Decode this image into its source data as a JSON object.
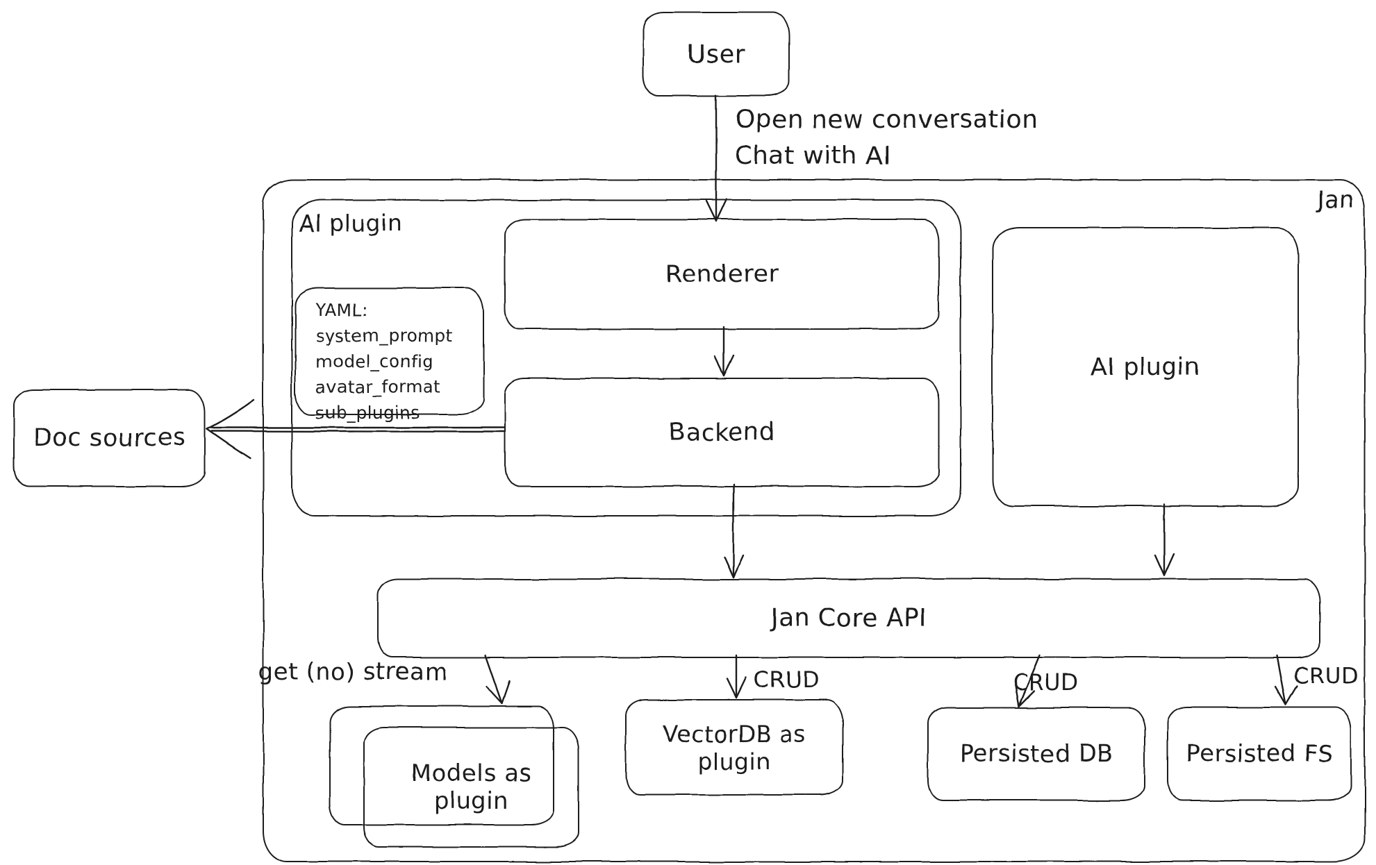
{
  "canvas": {
    "background": "#ffffff",
    "ink": "#1e1e1e"
  },
  "containers": {
    "jan": {
      "label": "Jan"
    },
    "ai_plugin_group": {
      "label": "AI plugin"
    }
  },
  "nodes": {
    "user": {
      "label": "User"
    },
    "renderer": {
      "label": "Renderer"
    },
    "backend": {
      "label": "Backend"
    },
    "yaml_note": {
      "title": "YAML:",
      "lines": [
        "system_prompt",
        "model_config",
        "avatar_format",
        "sub_plugins"
      ]
    },
    "ai_plugin": {
      "label": "AI plugin"
    },
    "doc_sources": {
      "label": "Doc sources"
    },
    "jan_core_api": {
      "label": "Jan Core API"
    },
    "models_as_plugin": {
      "line1": "Models as",
      "line2": "plugin"
    },
    "vectordb_as_plugin": {
      "line1": "VectorDB as",
      "line2": "plugin"
    },
    "persisted_db": {
      "label": "Persisted DB"
    },
    "persisted_fs": {
      "label": "Persisted FS"
    }
  },
  "edges": {
    "user_to_renderer": {
      "label_line1": "Open new conversation",
      "label_line2": "Chat with AI"
    },
    "core_to_models": {
      "label": "get (no) stream"
    },
    "core_to_vectordb": {
      "label": "CRUD"
    },
    "core_to_persisted_db": {
      "label": "CRUD"
    },
    "core_to_persisted_fs": {
      "label": "CRUD"
    }
  }
}
